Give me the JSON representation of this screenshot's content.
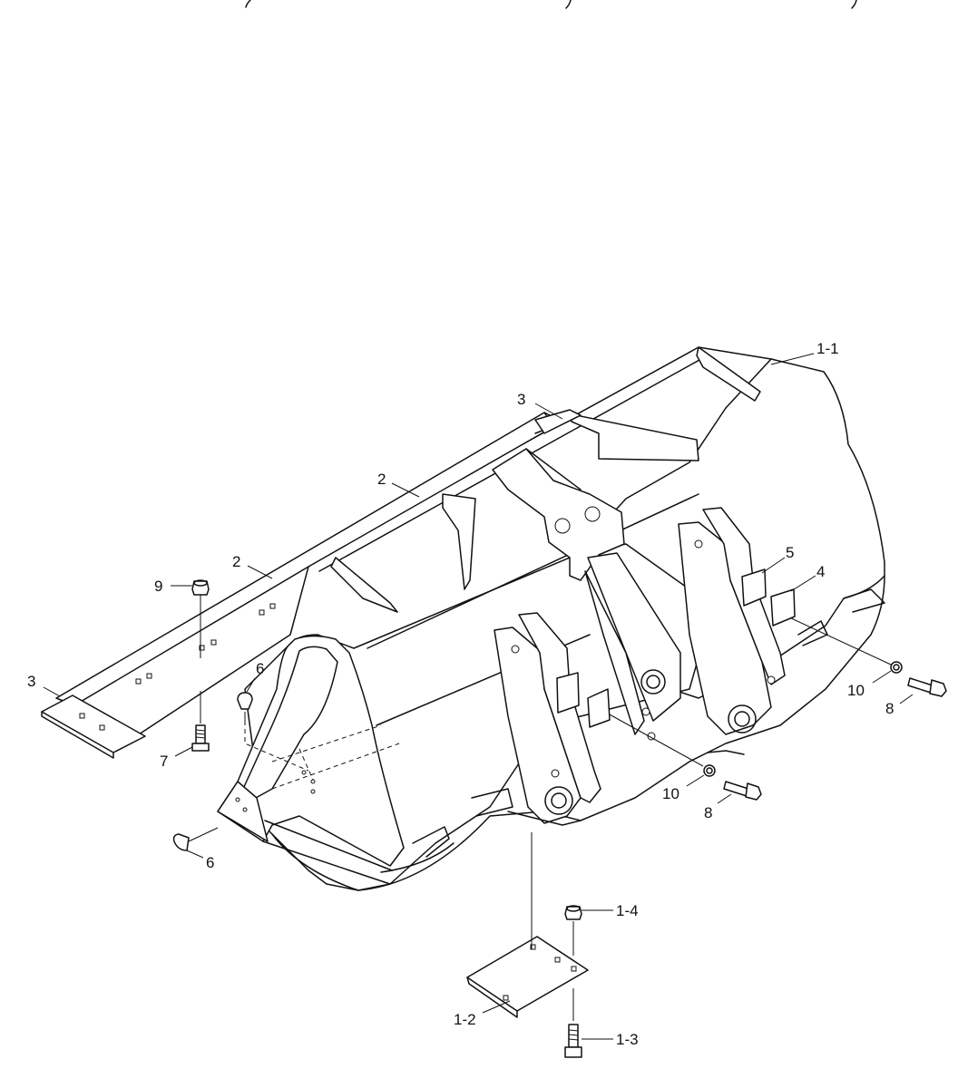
{
  "header": {
    "text": "( , ) )"
  },
  "callouts": {
    "c_1_1": "1-1",
    "c_1_2": "1-2",
    "c_1_3": "1-3",
    "c_1_4": "1-4",
    "c_2a": "2",
    "c_2b": "2",
    "c_3a": "3",
    "c_3b": "3",
    "c_4": "4",
    "c_5": "5",
    "c_6a": "6",
    "c_6b": "6",
    "c_7": "7",
    "c_8a": "8",
    "c_8b": "8",
    "c_9": "9",
    "c_10a": "10",
    "c_10b": "10"
  },
  "colors": {
    "line": "#111111",
    "background": "#ffffff"
  }
}
